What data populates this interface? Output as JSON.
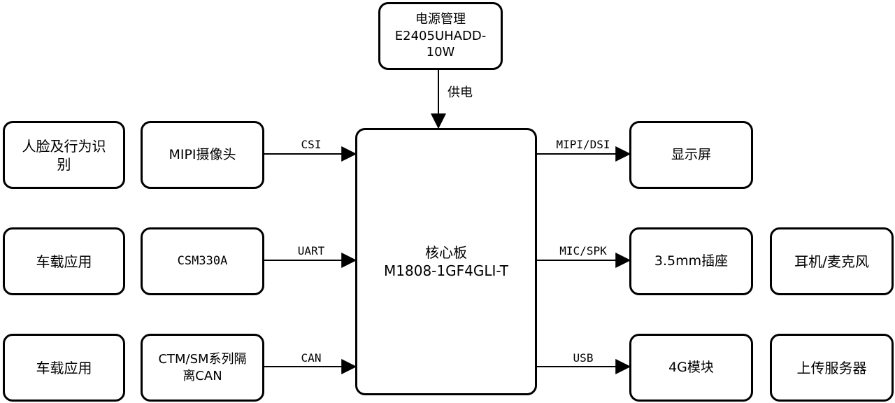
{
  "nodes": {
    "power": "电源管理\nE2405UHADD-\n10W",
    "core": "核心板\nM1808-1GF4GLI-T",
    "face": "人脸及行为识\n别",
    "mipi_cam": "MIPI摄像头",
    "vehicle1": "车载应用",
    "csm": "CSM330A",
    "vehicle2": "车载应用",
    "ctm": "CTM/SM系列隔\n离CAN",
    "display": "显示屏",
    "jack": "3.5mm插座",
    "headset": "耳机/麦克风",
    "module4g": "4G模块",
    "server": "上传服务器"
  },
  "links": {
    "supply": "供电",
    "csi": "CSI",
    "uart": "UART",
    "can": "CAN",
    "dsi": "MIPI/DSI",
    "mic": "MIC/SPK",
    "usb": "USB"
  }
}
